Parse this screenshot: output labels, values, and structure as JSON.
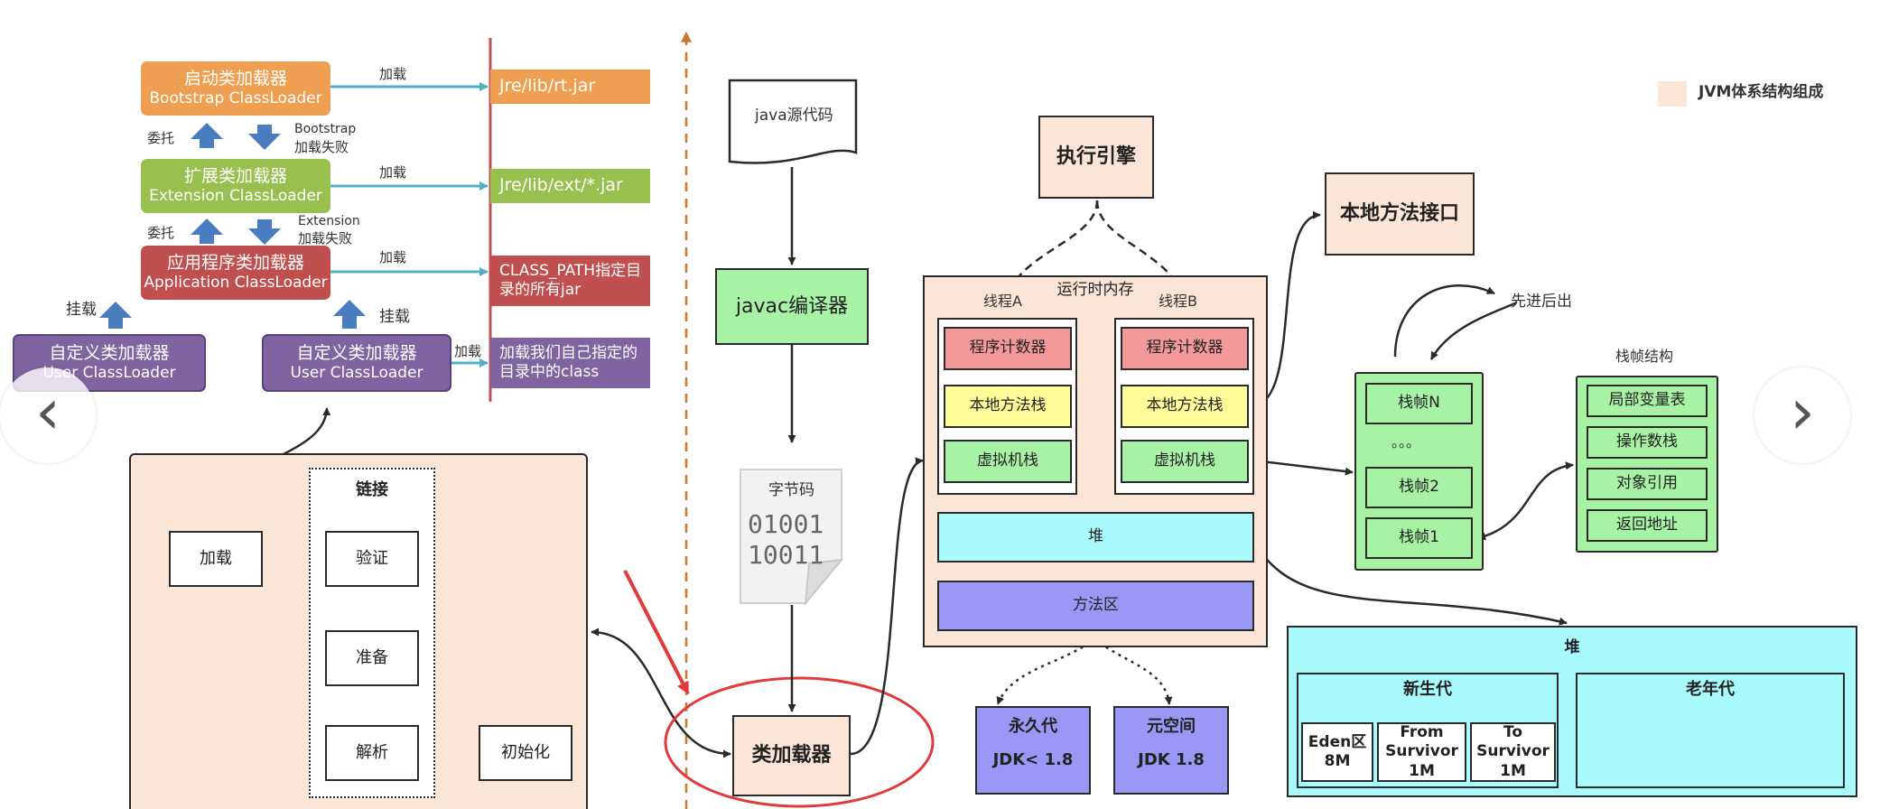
{
  "loaders": {
    "bootstrap": {
      "cn": "启动类加载器",
      "en": "Bootstrap ClassLoader",
      "path": "Jre/lib/rt.jar",
      "load": "加载"
    },
    "extension": {
      "cn": "扩展类加载器",
      "en": "Extension ClassLoader",
      "path": "Jre/lib/ext/*.jar",
      "load": "加载"
    },
    "application": {
      "cn": "应用程序类加载器",
      "en": "Application ClassLoader",
      "path": "CLASS_PATH指定目录的所有jar",
      "load": "加载"
    },
    "custom1": {
      "cn": "自定义类加载器",
      "en": "User ClassLoader"
    },
    "custom2": {
      "cn": "自定义类加载器",
      "en": "User ClassLoader",
      "path": "加载我们自己指定的目录中的class",
      "load": "加载"
    },
    "delegate1": "委托",
    "delegate2": "委托",
    "fail1_name": "Bootstrap",
    "fail1_text": "加载失败",
    "fail2_name": "Extension",
    "fail2_text": "加载失败",
    "mount1": "挂载",
    "mount2": "挂载"
  },
  "lifecycle": {
    "link_title": "链接",
    "load": "加载",
    "verify": "验证",
    "prepare": "准备",
    "resolve": "解析",
    "init": "初始化"
  },
  "flow": {
    "source": "java源代码",
    "compiler": "javac编译器",
    "bytecode_title": "字节码",
    "bytecode_bits1": "01001",
    "bytecode_bits2": "10011",
    "classloader": "类加载器"
  },
  "engine": "执行引擎",
  "native_interface": "本地方法接口",
  "runtime": {
    "title": "运行时内存",
    "threadA": "线程A",
    "threadB": "线程B",
    "pc": "程序计数器",
    "native_stack": "本地方法栈",
    "vm_stack": "虚拟机栈",
    "heap": "堆",
    "method_area": "方法区"
  },
  "permgen": {
    "name": "永久代",
    "ver": "JDK< 1.8"
  },
  "metaspace": {
    "name": "元空间",
    "ver": "JDK 1.8"
  },
  "stack": {
    "lifo": "先进后出",
    "frame_n": "栈帧N",
    "dots": "。。。",
    "frame2": "栈帧2",
    "frame1": "栈帧1"
  },
  "frame_structure": {
    "title": "栈帧结构",
    "items": [
      "局部变量表",
      "操作数栈",
      "对象引用",
      "返回地址"
    ]
  },
  "heap_detail": {
    "title": "堆",
    "young": "新生代",
    "old": "老年代",
    "eden": "Eden区 8M",
    "from": "From Survivor 1M",
    "to": "To Survivor 1M"
  },
  "legend": {
    "label": "JVM体系结构组成",
    "color": "#fbe5d6"
  },
  "colors": {
    "peach": "#fbe5d6",
    "green": "#a8f2a5",
    "cyan": "#a9fafc",
    "purple": "#9999f5",
    "pink": "#f4999a",
    "yellow": "#fdfc99",
    "orange": "#ef9f52",
    "olive": "#98c04f",
    "red": "#c0504f",
    "violet": "#8064a1",
    "arrow_blue": "#4a7dc0",
    "teal": "#4fb1c7"
  }
}
